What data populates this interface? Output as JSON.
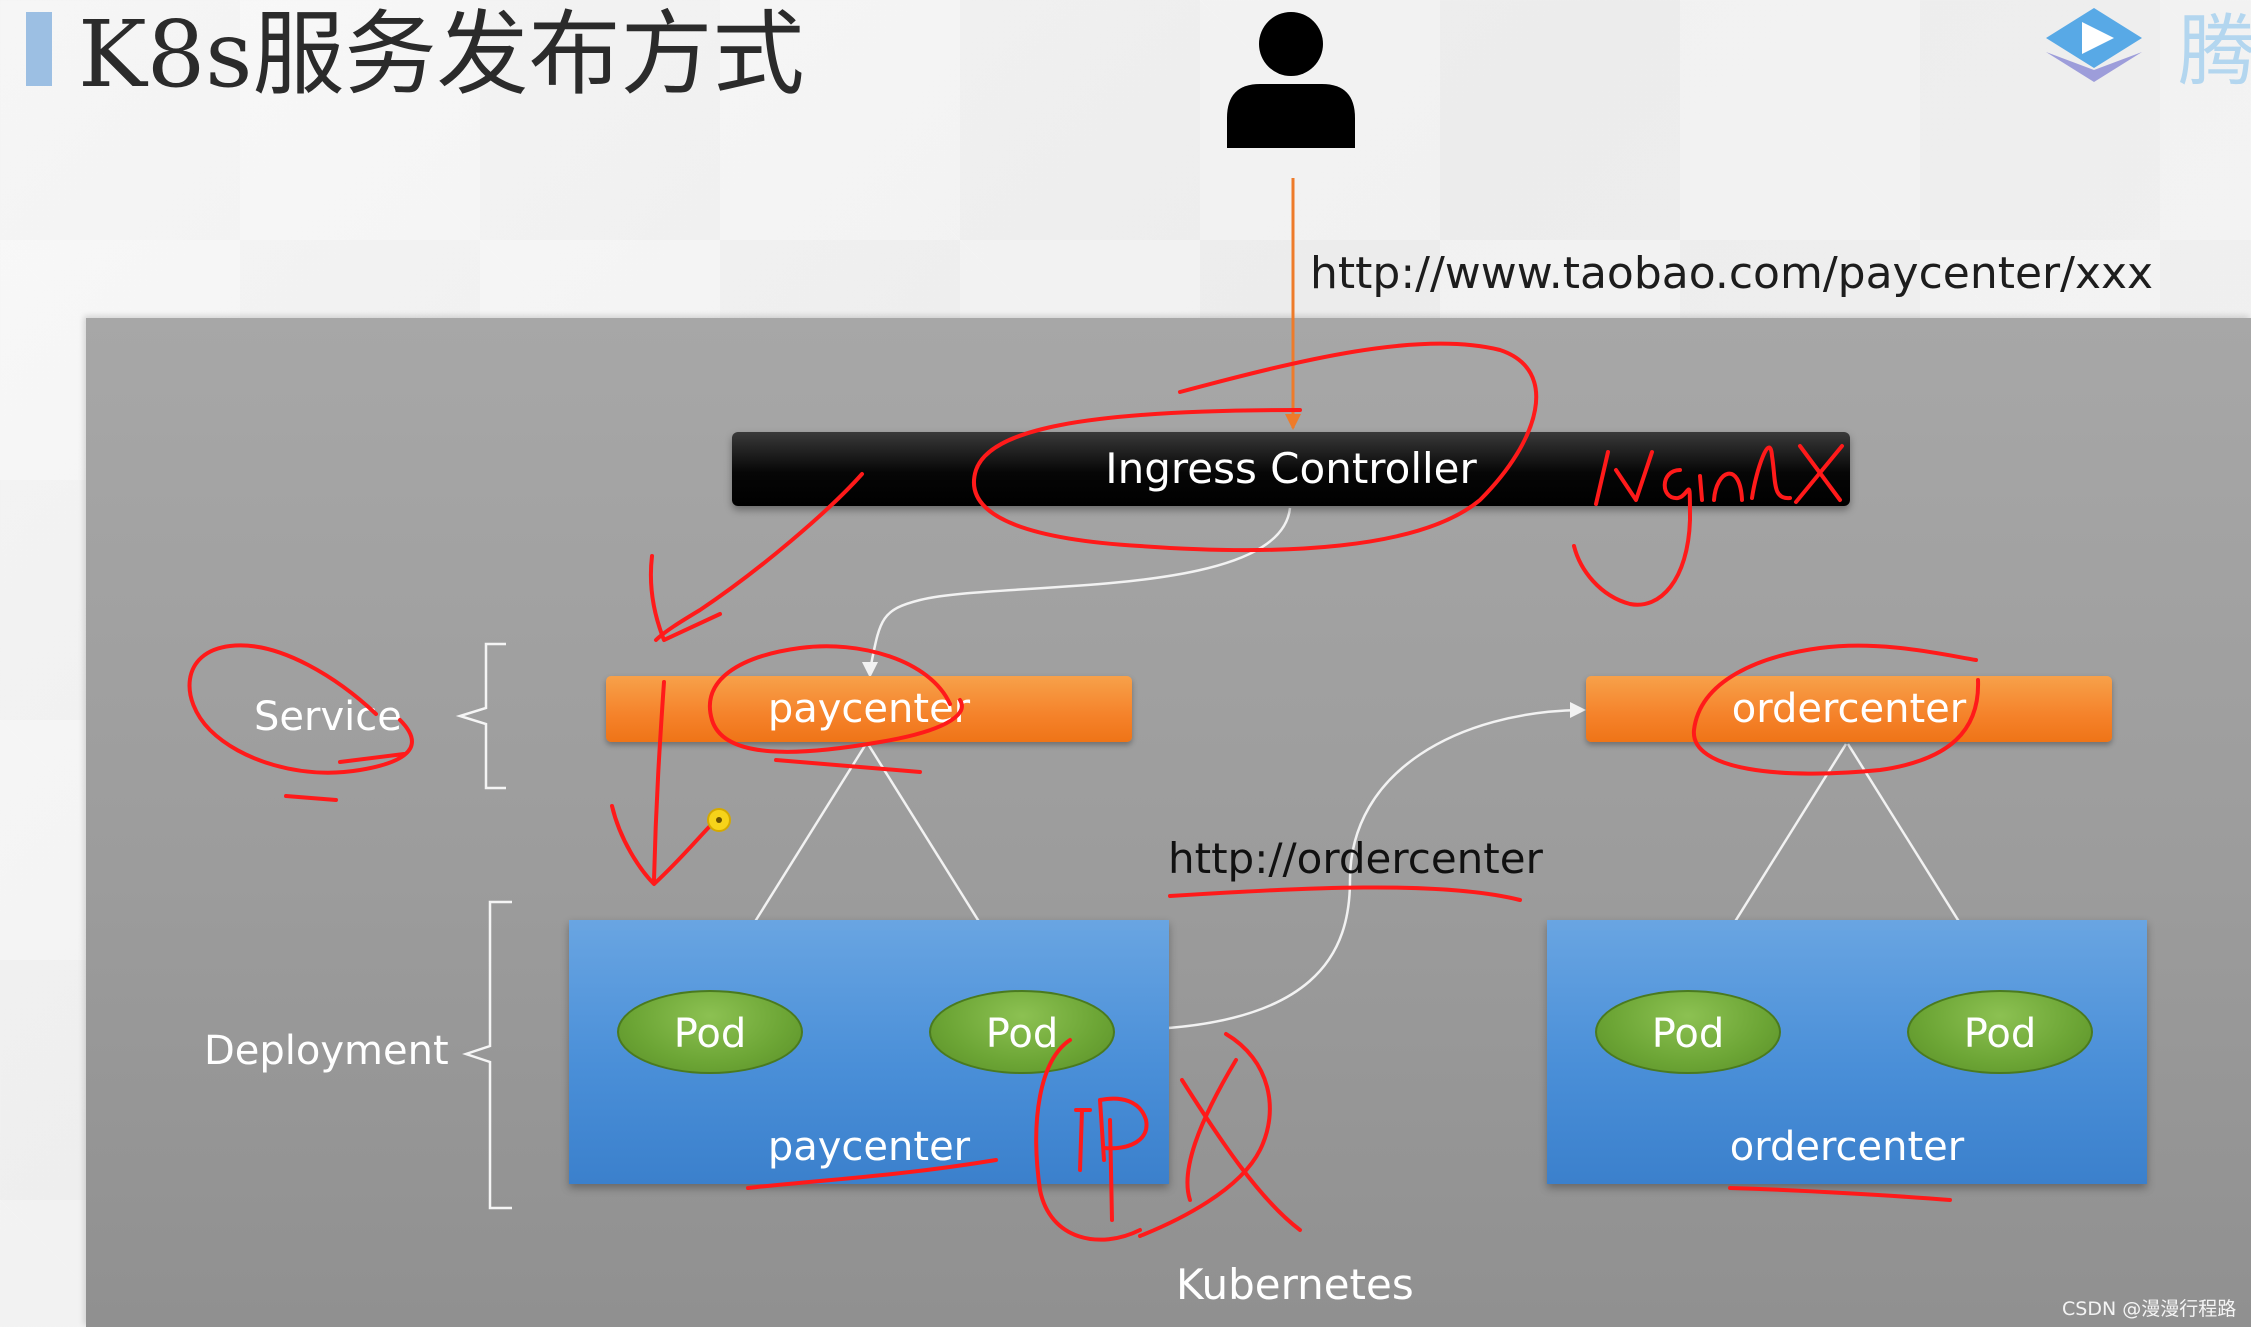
{
  "title": "K8s服务发布方式",
  "logo": {
    "text": "腾"
  },
  "user_icon": "person-icon",
  "request_url": "http://www.taobao.com/paycenter/xxx",
  "ingress": {
    "label": "Ingress Controller"
  },
  "services": [
    {
      "label": "paycenter"
    },
    {
      "label": "ordercenter"
    }
  ],
  "deployments": [
    {
      "label": "paycenter",
      "pods": [
        "Pod",
        "Pod"
      ]
    },
    {
      "label": "ordercenter",
      "pods": [
        "Pod",
        "Pod"
      ]
    }
  ],
  "side_labels": {
    "service": "Service",
    "deployment": "Deployment"
  },
  "internal_url": "http://ordercenter",
  "cluster_label": "Kubernetes",
  "watermark": "CSDN @漫漫行程路",
  "annotations": {
    "handwritten": "nginx",
    "handwritten_2": "IP X"
  },
  "colors": {
    "ingress": "#000000",
    "service": "#f5822a",
    "deployment": "#4a8fd8",
    "pod": "#6ca535",
    "request_arrow": "#ee7b2a",
    "handwriting": "#ff1a1a"
  }
}
